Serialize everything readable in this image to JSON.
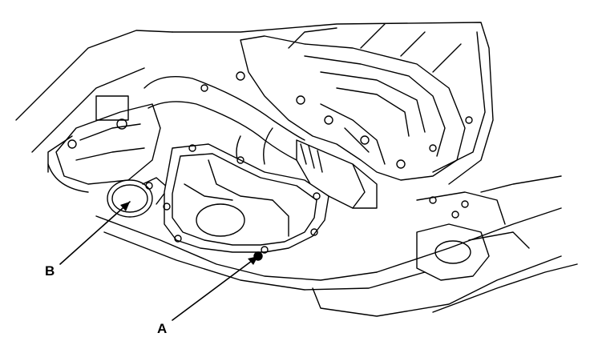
{
  "callouts": [
    {
      "id": "A",
      "label": "A"
    },
    {
      "id": "B",
      "label": "B"
    }
  ],
  "colors": {
    "line": "#000000",
    "background": "#ffffff",
    "shade": "#d9d9d9"
  }
}
